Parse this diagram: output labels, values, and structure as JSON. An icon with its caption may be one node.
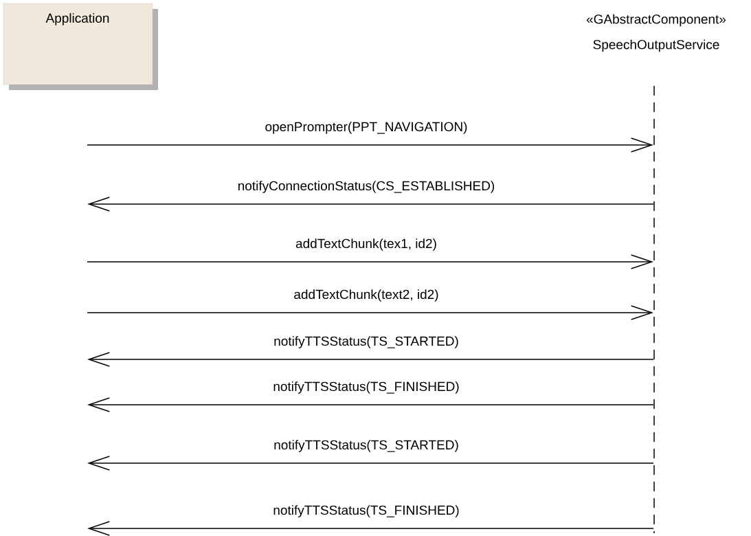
{
  "diagram": {
    "nodes": [
      {
        "text": [
          "Application"
        ]
      },
      {
        "text": [
          "«GAbstractComponent»",
          "SpeechOutputService"
        ]
      },
      {
        "text": [],
        "shape": "line"
      }
    ],
    "edges": [
      {
        "from": null,
        "to": 2,
        "arrow": "to",
        "label": "openPrompter(PPT_NAVIGATION)"
      },
      {
        "from": 2,
        "to": null,
        "arrow": "to",
        "label": "notifyConnectionStatus(CS_ESTABLISHED)"
      },
      {
        "from": null,
        "to": 2,
        "arrow": "to",
        "label": "addTextChunk(tex1, id2)"
      },
      {
        "from": null,
        "to": 2,
        "arrow": "to",
        "label": "addTextChunk(text2, id2)"
      },
      {
        "from": 2,
        "to": null,
        "arrow": "to",
        "label": "notifyTTSStatus(TS_STARTED)"
      },
      {
        "from": 2,
        "to": null,
        "arrow": "to",
        "label": "notifyTTSStatus(TS_FINISHED)"
      },
      {
        "from": 2,
        "to": null,
        "arrow": "to",
        "label": "notifyTTSStatus(TS_STARTED)"
      },
      {
        "from": 2,
        "to": null,
        "arrow": "to",
        "label": "notifyTTSStatus(TS_FINISHED)"
      }
    ]
  }
}
